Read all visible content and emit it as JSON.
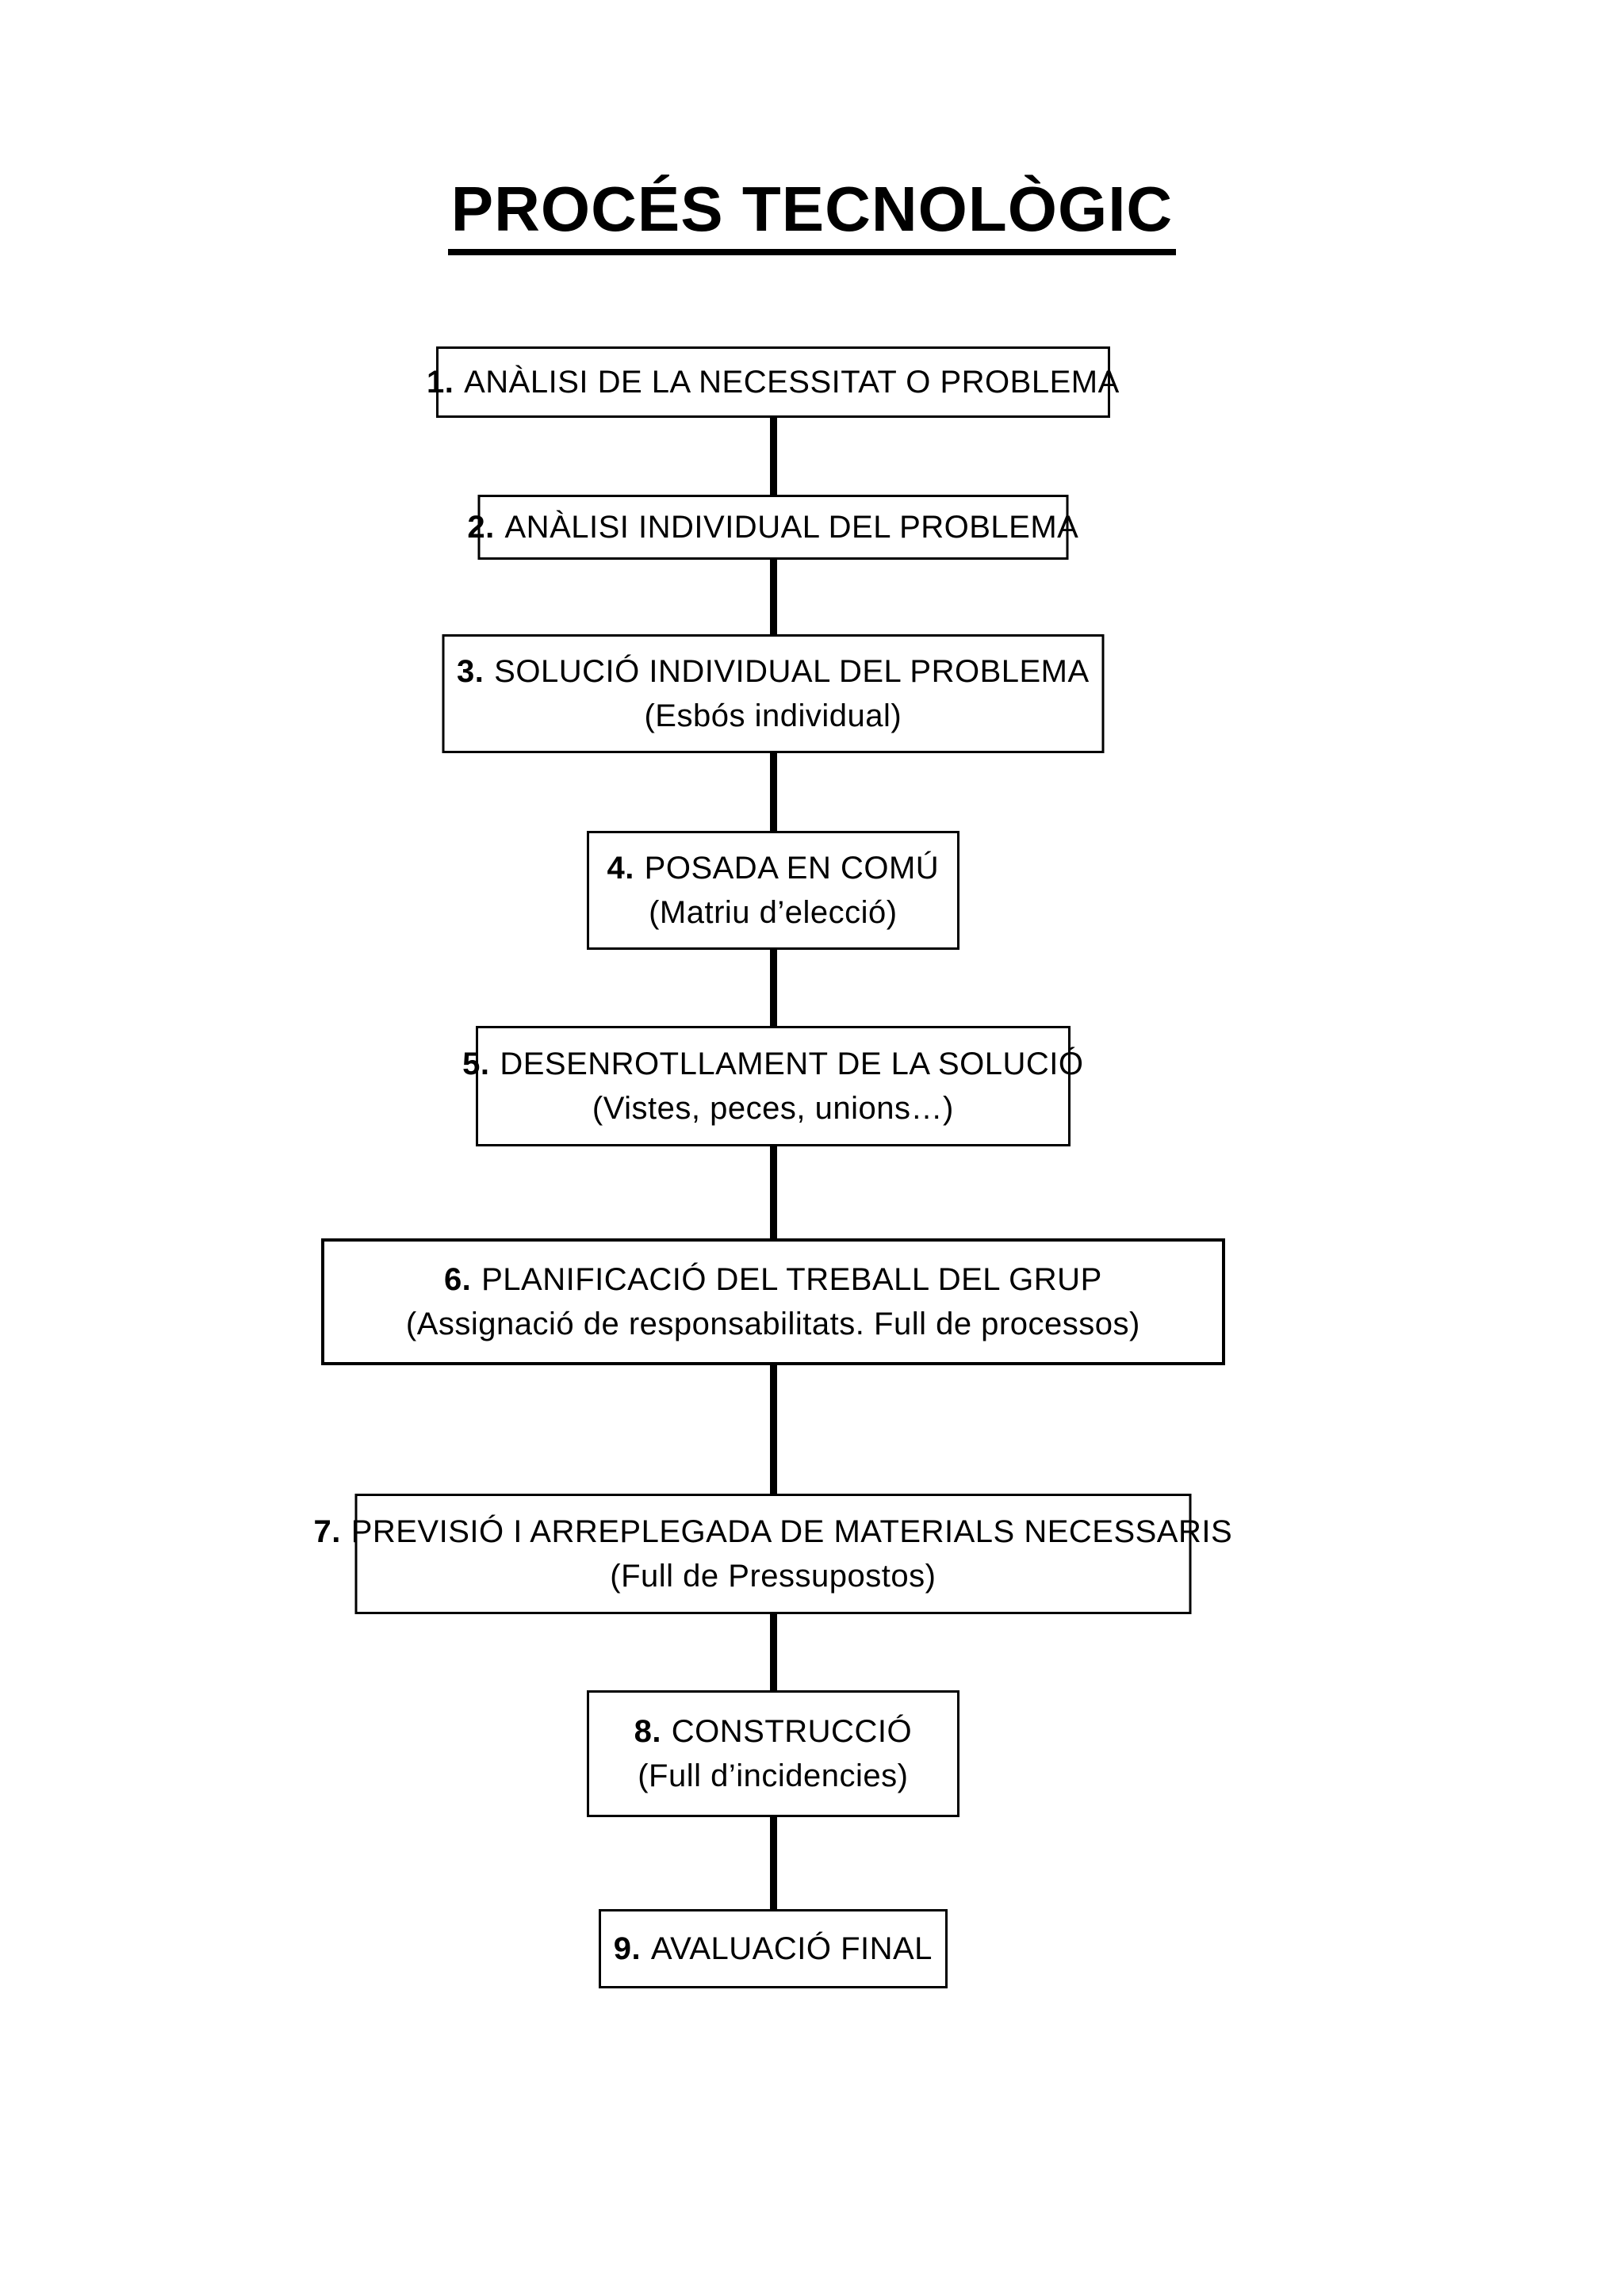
{
  "page": {
    "background": "#ffffff",
    "text_color": "#000000"
  },
  "title": {
    "text": "PROCÉS TECNOLÒGIC"
  },
  "flowchart": {
    "connector_color": "#000000",
    "box_border_color": "#000000",
    "steps": [
      {
        "number": "1.",
        "label": "ANÀLISI DE LA NECESSITAT O PROBLEMA",
        "sublabel": ""
      },
      {
        "number": "2.",
        "label": "ANÀLISI INDIVIDUAL DEL PROBLEMA",
        "sublabel": ""
      },
      {
        "number": "3.",
        "label": "SOLUCIÓ INDIVIDUAL DEL PROBLEMA",
        "sublabel": "(Esbós individual)"
      },
      {
        "number": "4.",
        "label": "POSADA EN COMÚ",
        "sublabel": "(Matriu d’elecció)"
      },
      {
        "number": "5.",
        "label": "DESENROTLLAMENT DE LA SOLUCIÓ",
        "sublabel": "(Vistes, peces, unions…)"
      },
      {
        "number": "6.",
        "label": "PLANIFICACIÓ DEL TREBALL DEL GRUP",
        "sublabel": "(Assignació de responsabilitats. Full de processos)"
      },
      {
        "number": "7.",
        "label": "PREVISIÓ I ARREPLEGADA DE MATERIALS NECESSARIS",
        "sublabel": "(Full de Pressupostos)"
      },
      {
        "number": "8.",
        "label": "CONSTRUCCIÓ",
        "sublabel": "(Full d’incidencies)"
      },
      {
        "number": "9.",
        "label": "AVALUACIÓ FINAL",
        "sublabel": ""
      }
    ]
  }
}
